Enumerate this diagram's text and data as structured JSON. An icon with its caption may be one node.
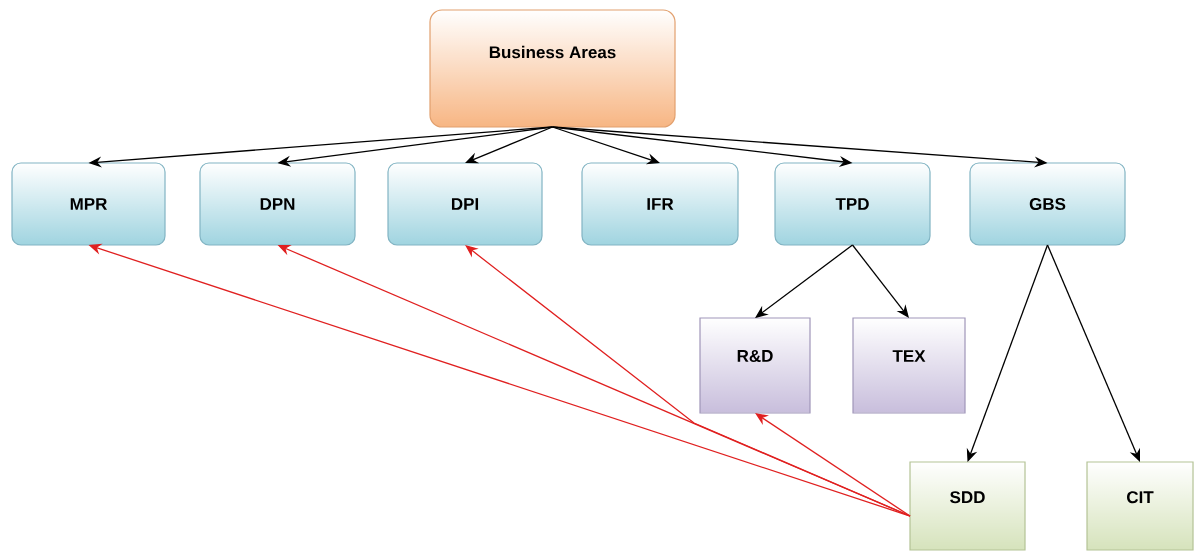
{
  "diagram": {
    "nodes": [
      {
        "text": [
          "Business Areas"
        ]
      },
      {
        "text": [
          "MPR"
        ]
      },
      {
        "text": [
          "DPN"
        ]
      },
      {
        "text": [
          "DPI"
        ]
      },
      {
        "text": [
          "IFR"
        ]
      },
      {
        "text": [
          "TPD"
        ]
      },
      {
        "text": [
          "GBS"
        ]
      },
      {
        "text": [
          "R&D"
        ]
      },
      {
        "text": [
          "TEX"
        ]
      },
      {
        "text": [
          "SDD"
        ]
      },
      {
        "text": [
          "CIT"
        ]
      }
    ],
    "edges": [
      {
        "from": 0,
        "to": 1,
        "arrow": "to"
      },
      {
        "from": 0,
        "to": 2,
        "arrow": "to"
      },
      {
        "from": 0,
        "to": 3,
        "arrow": "to"
      },
      {
        "from": 0,
        "to": 4,
        "arrow": "to"
      },
      {
        "from": 0,
        "to": 5,
        "arrow": "to"
      },
      {
        "from": 0,
        "to": 6,
        "arrow": "to"
      },
      {
        "from": 5,
        "to": 7,
        "arrow": "to"
      },
      {
        "from": 5,
        "to": 8,
        "arrow": "to"
      },
      {
        "from": 6,
        "to": 9,
        "arrow": "to"
      },
      {
        "from": 6,
        "to": 10,
        "arrow": "to"
      },
      {
        "from": 9,
        "to": 1,
        "arrow": "to",
        "color": "#e02020"
      },
      {
        "from": 9,
        "to": 2,
        "arrow": "to",
        "color": "#e02020"
      },
      {
        "from": 9,
        "to": 3,
        "arrow": "to",
        "color": "#e02020"
      },
      {
        "from": 9,
        "to": 7,
        "arrow": "to",
        "color": "#e02020"
      }
    ]
  }
}
